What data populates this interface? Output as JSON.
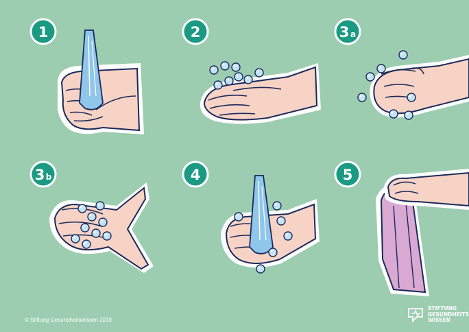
{
  "steps": [
    {
      "number": "1",
      "suffix": "",
      "action": "wet-hands"
    },
    {
      "number": "2",
      "suffix": "",
      "action": "apply-soap"
    },
    {
      "number": "3",
      "suffix": "a",
      "action": "lather-backs"
    },
    {
      "number": "3",
      "suffix": "b",
      "action": "interlace-fingers"
    },
    {
      "number": "4",
      "suffix": "",
      "action": "rinse"
    },
    {
      "number": "5",
      "suffix": "",
      "action": "dry-with-towel"
    }
  ],
  "footer": {
    "copyright": "© Stiftung Gesundheitswissen 2019"
  },
  "logo": {
    "line1": "STIFTUNG",
    "line2": "GESUNDHEITS",
    "line3": "WISSEN"
  },
  "colors": {
    "background": "#9ccdb1",
    "badge": "#1a9a83",
    "skin": "#f7d3c6",
    "outline": "#1b2a5a",
    "water": "#8fc6ea",
    "bubble": "#c4e3f4",
    "towel": "#d9a8d3"
  }
}
